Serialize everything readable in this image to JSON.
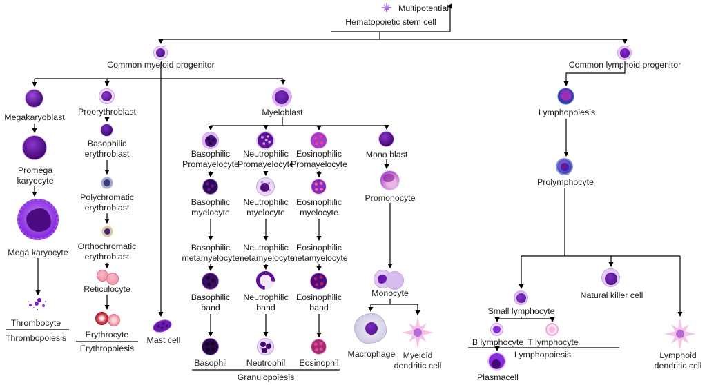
{
  "background": "#ffffff",
  "colors": {
    "line": "#000000",
    "text": "#1d1d1d",
    "purple": "#6a17b0",
    "violet": "#8a2be2",
    "lavender": "#dcb3f2",
    "pink": "#f4c3e6",
    "red": "#c62f3f",
    "blue": "#2d3fae"
  },
  "icons": {
    "stem-cell-icon": "css-star-circle",
    "round-cell-icon": "css-circle-with-nucleus",
    "band-cell-icon": "css-crescent-ring",
    "platelet-cluster-icon": "css-dot-cluster",
    "dendritic-cell-icon": "css-8-point-star",
    "macrophage-icon": "css-irregular-blob"
  },
  "nodes": {
    "stem1": {
      "label": "Multipotential"
    },
    "stem2": {
      "label": "Hematopoietic stem cell"
    },
    "cmp": {
      "label": "Common myeloid progenitor"
    },
    "clp": {
      "label": "Common lymphoid progenitor"
    },
    "megakaryoblast": {
      "label": "Megakaryoblast"
    },
    "promegakaryocyte": {
      "label": "Promega karyocyte"
    },
    "megakaryocyte": {
      "label": "Mega karyocyte"
    },
    "thrombocyte": {
      "label": "Thrombocyte"
    },
    "thrombopoiesis": {
      "label": "Thrombopoiesis"
    },
    "proerythroblast": {
      "label": "Proerythroblast"
    },
    "basophilic_erythroblast": {
      "label": "Basophilic erythroblast"
    },
    "polychromatic_erythroblast": {
      "label": "Polychromatic erythroblast"
    },
    "orthochromatic_erythroblast": {
      "label": "Orthochromatic erythroblast"
    },
    "reticulocyte": {
      "label": "Reticulocyte"
    },
    "erythrocyte": {
      "label": "Erythrocyte"
    },
    "erythropoiesis": {
      "label": "Erythropoiesis"
    },
    "myeloblast": {
      "label": "Myeloblast"
    },
    "basophilic_promyelocyte": {
      "label": "Basophilic Promayelocyte"
    },
    "neutrophilic_promyelocyte": {
      "label": "Neutrophilic Promayelocyte"
    },
    "eosinophilic_promyelocyte": {
      "label": "Eosinophilic Promayelocyte"
    },
    "monoblast": {
      "label": "Mono blast"
    },
    "basophilic_myelocyte": {
      "label": "Basophilic myelocyte"
    },
    "neutrophilic_myelocyte": {
      "label": "Neutrophilic myelocyte"
    },
    "eosinophilic_myelocyte": {
      "label": "Eosinophilic myelocyte"
    },
    "promonocyte": {
      "label": "Promonocyte"
    },
    "basophilic_metamyelocyte": {
      "label": "Basophilic metamyelocyte"
    },
    "neutrophilic_metamyelocyte": {
      "label": "Neutrophilic metamyelocyte"
    },
    "eosinophilic_metamyelocyte": {
      "label": "Eosinophilic metamyelocyte"
    },
    "basophilic_band": {
      "label": "Basophilic band"
    },
    "neutrophilic_band": {
      "label": "Neutrophilic band"
    },
    "eosinophilic_band": {
      "label": "Eosinophilic band"
    },
    "monocyte": {
      "label": "Monocyte"
    },
    "basophil": {
      "label": "Basophil"
    },
    "neutrophil": {
      "label": "Neutrophil"
    },
    "eosinophil": {
      "label": "Eosinophil"
    },
    "granulopoiesis": {
      "label": "Granulopoiesis"
    },
    "mast_cell": {
      "label": "Mast cell"
    },
    "macrophage": {
      "label": "Macrophage"
    },
    "myeloid_dendritic_cell": {
      "label": "Myeloid dendritic cell"
    },
    "lymphopoiesis_cell": {
      "label": "Lymphopoiesis"
    },
    "prolymphocyte": {
      "label": "Prolymphocyte"
    },
    "small_lymphocyte": {
      "label": "Small lymphocyte"
    },
    "natural_killer_cell": {
      "label": "Natural killer cell"
    },
    "b_lymphocyte": {
      "label": "B lymphocyte"
    },
    "t_lymphocyte": {
      "label": "T lymphocyte"
    },
    "lymphopoiesis_group": {
      "label": "Lymphopoiesis"
    },
    "plasmacell": {
      "label": "Plasmacell"
    },
    "lymphoid_dendritic_cell": {
      "label": "Lymphoid dendritic cell"
    }
  }
}
